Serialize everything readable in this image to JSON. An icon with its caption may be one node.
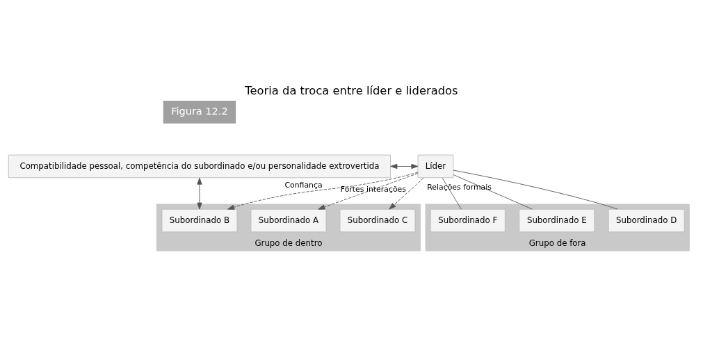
{
  "diagram": {
    "title": "Teoria da troca entre líder e liderados",
    "nodes": [
      {
        "text": [
          "Compatibilidade pessoal, competência do subordinado e/ou personalidade extrovertida"
        ]
      },
      {
        "text": [
          "Líder"
        ]
      },
      {
        "text": [
          "Grupo de dentro"
        ]
      },
      {
        "text": [
          "Subordinado A"
        ],
        "in": 2
      },
      {
        "text": [
          "Subordinado B"
        ],
        "in": 2
      },
      {
        "text": [
          "Subordinado C"
        ],
        "in": 2
      },
      {
        "text": [
          "Grupo de fora"
        ]
      },
      {
        "text": [
          "Subordinado D"
        ],
        "in": 6
      },
      {
        "text": [
          "Subordinado E"
        ],
        "in": 6
      },
      {
        "text": [
          "Subordinado F"
        ],
        "in": 6
      }
    ],
    "edges": [
      {
        "from": 0,
        "to": 1,
        "arrow": "both"
      },
      {
        "from": 1,
        "to": 3,
        "arrow": "to",
        "style": "dashed"
      },
      {
        "from": 0,
        "to": 4,
        "arrow": "both"
      },
      {
        "from": 1,
        "to": 4,
        "arrow": "to",
        "style": "dashed",
        "label": "Confiança"
      },
      {
        "from": 1,
        "to": 5,
        "arrow": "to",
        "style": "dashed",
        "label": "Fortes interações"
      },
      {
        "from": 1,
        "to": 7,
        "arrow": "none"
      },
      {
        "from": 1,
        "to": 8,
        "arrow": "none",
        "label": "Relações formais"
      },
      {
        "from": 1,
        "to": 9,
        "arrow": "none"
      }
    ],
    "labels": [
      "Figura 12.2"
    ]
  }
}
